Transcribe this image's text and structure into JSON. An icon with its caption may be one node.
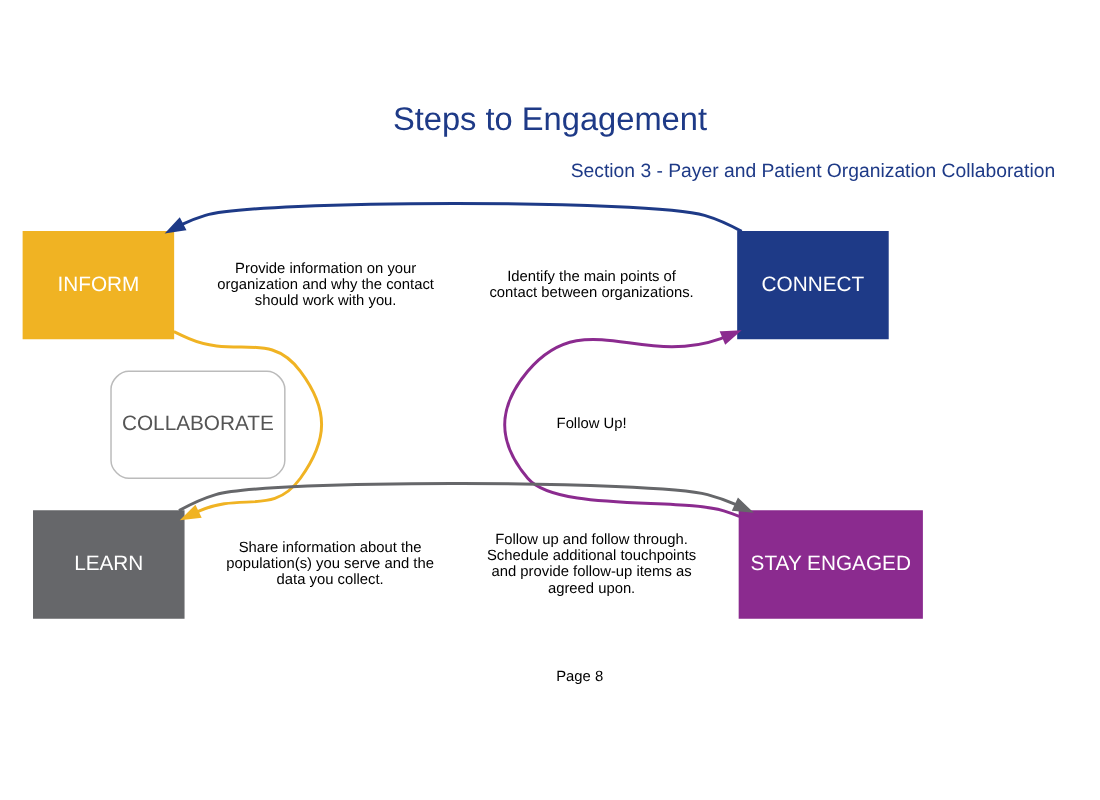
{
  "diagram": {
    "title": "Steps to Engagement",
    "nodes": [
      {
        "text": [
          "CONNECT"
        ],
        "beside": [
          "Identify the main points of contact between organizations."
        ]
      },
      {
        "text": [
          "INFORM"
        ],
        "beside": [
          "Provide information on your organization and why the contact should work with you."
        ]
      },
      {
        "text": [
          "COLLABORATE"
        ]
      },
      {
        "text": [
          "STAY ENGAGED"
        ],
        "beside": [
          "Follow up and follow through. Schedule additional touchpoints and provide follow-up items as agreed upon."
        ]
      },
      {
        "text": [
          "LEARN"
        ],
        "beside": [
          "Share information about the population(s) you serve and the data you collect."
        ]
      }
    ],
    "edges": [
      {
        "from": 0,
        "to": 1,
        "arrow": "to",
        "color": "#1e3a87"
      },
      {
        "from": 1,
        "to": 4,
        "arrow": "to",
        "color": "#f0b323"
      },
      {
        "from": 4,
        "to": 3,
        "arrow": "to",
        "color": "#66676a"
      },
      {
        "from": 3,
        "to": 0,
        "arrow": "to",
        "color": "#8b2b8f"
      }
    ],
    "labels": [
      "Section 3 - Payer and Patient Organization Collaboration",
      "Follow Up!",
      "Page 8"
    ]
  }
}
